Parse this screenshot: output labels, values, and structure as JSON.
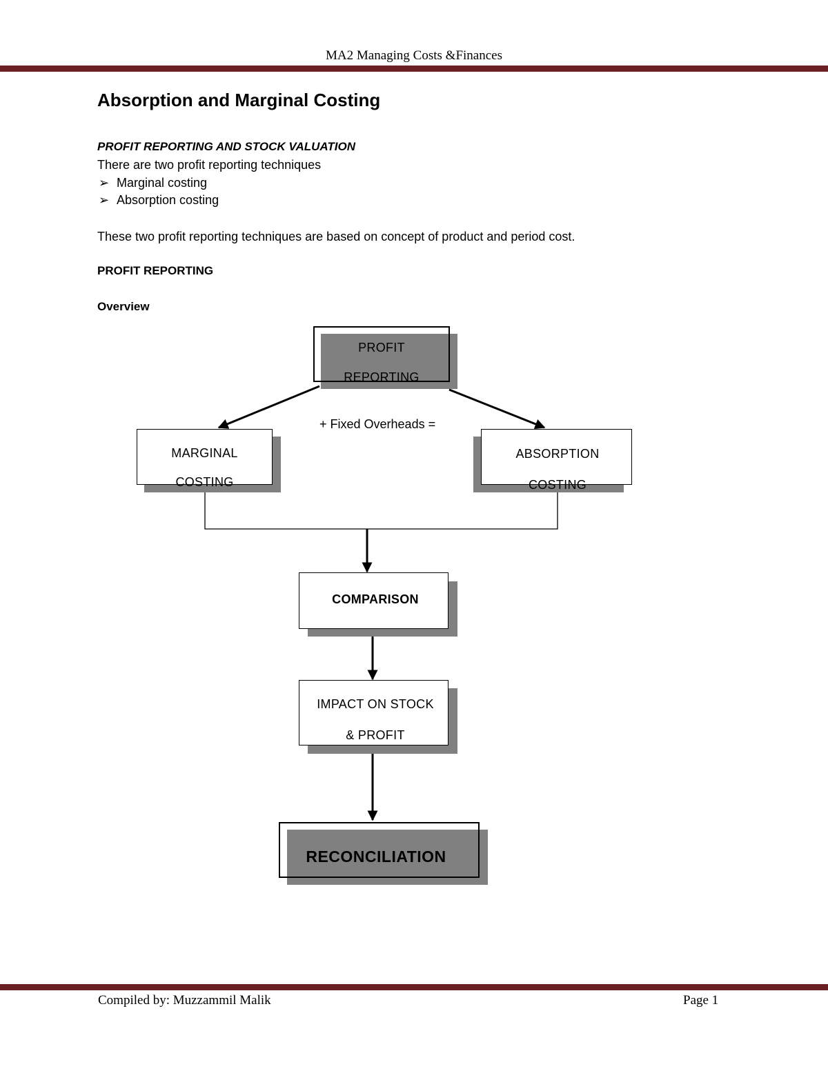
{
  "header": {
    "title": "MA2 Managing Costs &Finances"
  },
  "document": {
    "title": "Absorption and Marginal Costing",
    "section_heading": "PROFIT REPORTING AND STOCK VALUATION",
    "intro": "There are two profit reporting techniques",
    "bullets": [
      {
        "marker": "➢",
        "text": "Marginal costing"
      },
      {
        "marker": "➢",
        "text": "Absorption costing"
      }
    ],
    "concept_text": "These two profit reporting techniques are based on concept of product and period cost.",
    "profit_reporting_heading": "PROFIT REPORTING",
    "overview_heading": "Overview"
  },
  "diagram": {
    "top_box": {
      "line1": "PROFIT",
      "line2": "REPORTING"
    },
    "left_box": {
      "line1": "MARGINAL",
      "line2": "COSTING"
    },
    "right_box": {
      "line1": "ABSORPTION",
      "line2": "COSTING"
    },
    "middle_label": "+ Fixed Overheads =",
    "comparison_box": {
      "label": "COMPARISON"
    },
    "impact_box": {
      "line1": "IMPACT ON STOCK",
      "line2": "& PROFIT"
    },
    "reconciliation_box": {
      "label": "RECONCILIATION"
    }
  },
  "footer": {
    "compiled_by": "Compiled by: Muzzammil Malik",
    "page": "Page 1"
  }
}
